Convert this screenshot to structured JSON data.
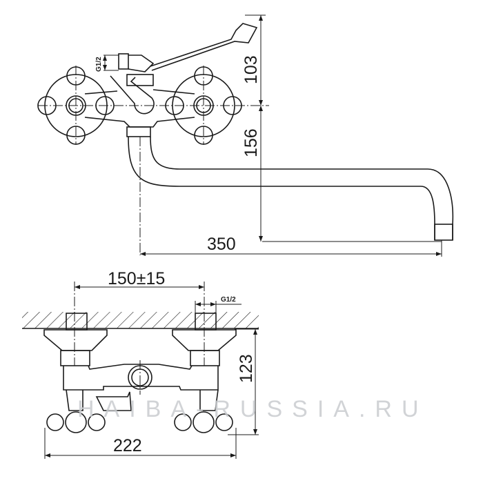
{
  "top_view": {
    "dimensions": {
      "height_above_axis": "103",
      "height_below_axis": "156",
      "spout_length": "350",
      "thread": "G1/2"
    }
  },
  "front_view": {
    "dimensions": {
      "center_distance": "150±15",
      "thread": "G1/2",
      "depth": "123",
      "width": "222"
    }
  },
  "watermark": "HAIBA-RUSSIA.RU"
}
